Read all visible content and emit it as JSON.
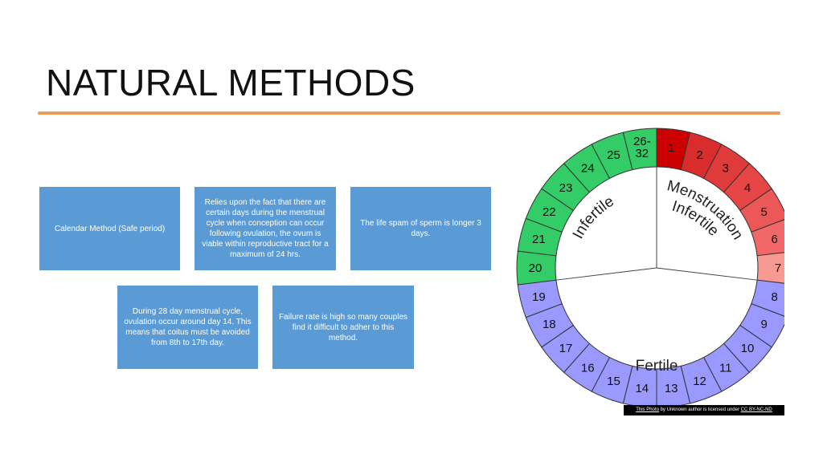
{
  "slide": {
    "title": "NATURAL METHODS",
    "boxes": [
      "Calendar Method (Safe period)",
      "Relies upon the fact that there are certain days during the menstrual cycle when conception can occur following ovulation, the ovum is viable within reproductive tract for a maximum of 24 hrs.",
      "The life spam of sperm is longer 3 days.",
      "During 28 day menstrual cycle, ovulation occur around day 14. This means that coitus must be avoided from 8th to 17th day.",
      "Failure rate is high so many couples find it difficult to adher to this method."
    ],
    "accent_color": "#ed9b59",
    "box_color": "#5b9bd5"
  },
  "cycle_wheel": {
    "days": [
      {
        "label": "1",
        "color": "#cc0000"
      },
      {
        "label": "2",
        "color": "#d92d2d"
      },
      {
        "label": "3",
        "color": "#e03b3b"
      },
      {
        "label": "4",
        "color": "#e54545"
      },
      {
        "label": "5",
        "color": "#ec5858"
      },
      {
        "label": "6",
        "color": "#f26767"
      },
      {
        "label": "7",
        "color": "#f79a92"
      },
      {
        "label": "8",
        "color": "#9999ff"
      },
      {
        "label": "9",
        "color": "#9999ff"
      },
      {
        "label": "10",
        "color": "#9999ff"
      },
      {
        "label": "11",
        "color": "#9999ff"
      },
      {
        "label": "12",
        "color": "#9999ff"
      },
      {
        "label": "13",
        "color": "#9999ff"
      },
      {
        "label": "14",
        "color": "#9999ff"
      },
      {
        "label": "15",
        "color": "#9999ff"
      },
      {
        "label": "16",
        "color": "#9999ff"
      },
      {
        "label": "17",
        "color": "#9999ff"
      },
      {
        "label": "18",
        "color": "#9999ff"
      },
      {
        "label": "19",
        "color": "#9999ff"
      },
      {
        "label": "20",
        "color": "#33cc66"
      },
      {
        "label": "21",
        "color": "#33cc66"
      },
      {
        "label": "22",
        "color": "#33cc66"
      },
      {
        "label": "23",
        "color": "#33cc66"
      },
      {
        "label": "24",
        "color": "#33cc66"
      },
      {
        "label": "25",
        "color": "#33cc66"
      },
      {
        "label": "26-32",
        "color": "#33cc66"
      }
    ],
    "labels": {
      "menstruation": "Menstruation",
      "infertile_right": "Infertile",
      "infertile_left": "Infertile",
      "fertile": "Fertile"
    }
  },
  "credit": {
    "photo_link": "This Photo",
    "middle": " by Unknown author is licensed under ",
    "license_link": "CC BY-NC-ND"
  }
}
